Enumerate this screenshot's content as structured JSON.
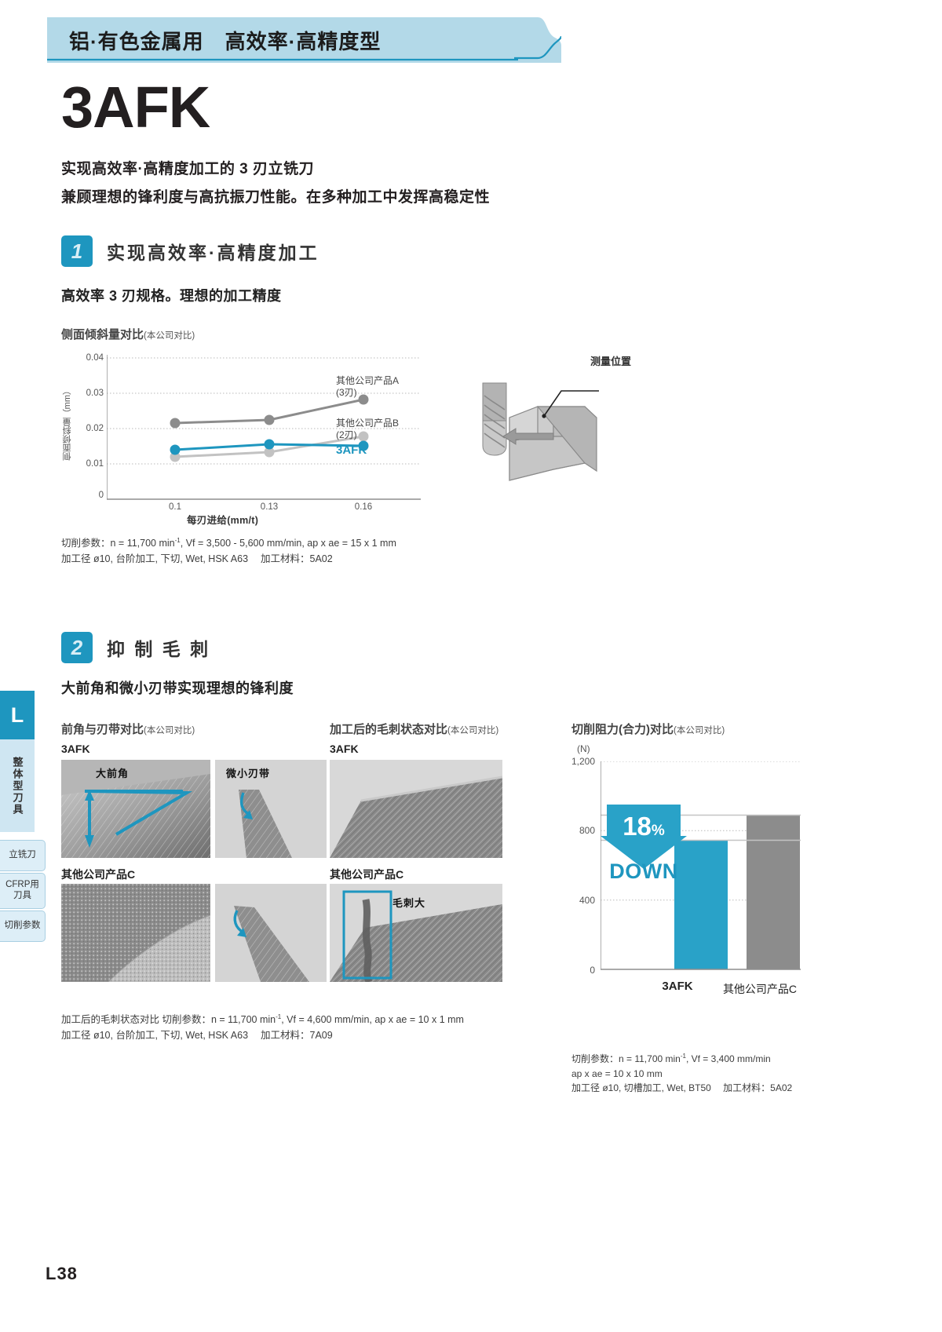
{
  "header": {
    "banner_text": "铝·有色金属用　高效率·高精度型",
    "banner_color": "#b3d9e8",
    "accent_color": "#1e96bf"
  },
  "product": {
    "name": "3AFK",
    "lead_line_1": "实现高效率·高精度加工的 3 刃立铣刀",
    "lead_line_2": "兼顾理想的锋利度与高抗振刀性能。在多种加工中发挥高稳定性"
  },
  "section1": {
    "number": "1",
    "title": "实现高效率·高精度加工",
    "subtitle": "高效率 3 刃规格。理想的加工精度",
    "chart_title": "侧面倾斜量对比",
    "chart_title_paren": "(本公司对比)",
    "diagram_label": "测量位置",
    "note": "切削参数：n = 11,700 min-1, Vf = 3,500 - 5,600 mm/min, ap x ae = 15 x 1 mm\n加工径 ø10, 台阶加工, 下切, Wet, HSK A63 　加工材料：5A02"
  },
  "section2": {
    "number": "2",
    "title": "抑 制 毛 刺",
    "subtitle": "大前角和微小刃带实现理想的锋利度",
    "panel_left": {
      "title": "前角与刃带对比",
      "title_paren": "(本公司对比)",
      "row1_label": "3AFK",
      "row2_label": "其他公司产品C",
      "tag_a": "大前角",
      "tag_b": "微小刃带"
    },
    "panel_mid": {
      "title": "加工后的毛刺状态对比",
      "title_paren": "(本公司对比)",
      "row1_label": "3AFK",
      "row2_label": "其他公司产品C",
      "tag_burr": "毛刺大"
    },
    "note": "加工后的毛刺状态对比 切削参数：n = 11,700 min-1, Vf = 4,600 mm/min, ap x ae = 10 x 1 mm\n加工径 ø10, 台阶加工, 下切, Wet, HSK A63 　加工材料：7A09",
    "bar_note": "切削参数：n = 11,700 min-1, Vf = 3,400 mm/min\nap x ae = 10 x 10 mm\n加工径 ø10, 切槽加工, Wet, BT50 　加工材料：5A02"
  },
  "sidebar": {
    "letter": "L",
    "category": "整体型刀具",
    "tabs": [
      {
        "label": "立铣刀"
      },
      {
        "label": "CFRP用\n刀具"
      },
      {
        "label": "切削参数"
      }
    ]
  },
  "footer": {
    "folio": "L38"
  },
  "chart_data": [
    {
      "type": "line",
      "title": "侧面倾斜量对比",
      "xlabel": "每刃进给(mm/t)",
      "ylabel": "侧面倾斜量（mm）",
      "categories": [
        "0.1",
        "0.13",
        "0.16"
      ],
      "x": [
        0.1,
        0.13,
        0.16
      ],
      "ylim": [
        0,
        0.04
      ],
      "yticks": [
        "0",
        "0.01",
        "0.02",
        "0.03",
        "0.04"
      ],
      "ytick_values": [
        0,
        0.01,
        0.02,
        0.03,
        0.04
      ],
      "grid": true,
      "legend": "inline-right",
      "series": [
        {
          "name": "其他公司产品A (3刃)",
          "label_line1": "其他公司产品A",
          "label_line2": "(3刃)",
          "color": "#8c8c8c",
          "values": [
            0.0215,
            0.0225,
            0.0283
          ]
        },
        {
          "name": "其他公司产品B (2刃)",
          "label_line1": "其他公司产品B",
          "label_line2": "(2刃)",
          "color": "#bfbfbf",
          "values": [
            0.0119,
            0.0134,
            0.0177
          ]
        },
        {
          "name": "3AFK",
          "label_line1": "3AFK",
          "label_line2": "",
          "color": "#1e96bf",
          "values": [
            0.014,
            0.0155,
            0.0152
          ]
        }
      ]
    },
    {
      "type": "bar",
      "title": "切削阻力(合力)对比",
      "title_paren": "(本公司对比)",
      "unit": "(N)",
      "categories": [
        "3AFK",
        "其他公司产品C"
      ],
      "values": [
        745,
        890
      ],
      "colors": [
        "#29a2c8",
        "#8c8c8c"
      ],
      "ylim": [
        0,
        1200
      ],
      "yticks": [
        "0",
        "400",
        "800",
        "1,200"
      ],
      "ytick_values": [
        0,
        400,
        800,
        1200
      ],
      "grid": true,
      "annotation_percent": "18",
      "annotation_percent_sign": "%",
      "annotation_word": "DOWN"
    }
  ]
}
